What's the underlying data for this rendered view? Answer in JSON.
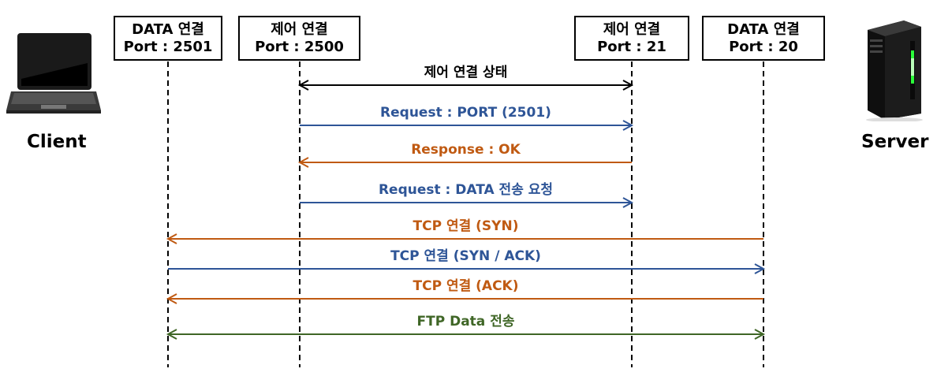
{
  "actors": {
    "client": {
      "label": "Client"
    },
    "server": {
      "label": "Server"
    }
  },
  "boxes": [
    {
      "id": "client-data",
      "line1": "DATA 연결",
      "line2": "Port : 2501"
    },
    {
      "id": "client-ctrl",
      "line1": "제어 연결",
      "line2": "Port : 2500"
    },
    {
      "id": "server-ctrl",
      "line1": "제어 연결",
      "line2": "Port : 21"
    },
    {
      "id": "server-data",
      "line1": "DATA 연결",
      "line2": "Port : 20"
    }
  ],
  "messages": [
    {
      "label": "제어 연결 상태",
      "from": "client-ctrl",
      "to": "server-ctrl",
      "bidirectional": true,
      "color": "#000000"
    },
    {
      "label": "Request : PORT (2501)",
      "from": "client-ctrl",
      "to": "server-ctrl",
      "bidirectional": false,
      "color": "#2e5597"
    },
    {
      "label": "Response : OK",
      "from": "server-ctrl",
      "to": "client-ctrl",
      "bidirectional": false,
      "color": "#c05a12"
    },
    {
      "label": "Request : DATA 전송 요청",
      "from": "client-ctrl",
      "to": "server-ctrl",
      "bidirectional": false,
      "color": "#2e5597"
    },
    {
      "label": "TCP 연결 (SYN)",
      "from": "server-data",
      "to": "client-data",
      "bidirectional": false,
      "color": "#c05a12"
    },
    {
      "label": "TCP 연결 (SYN / ACK)",
      "from": "client-data",
      "to": "server-data",
      "bidirectional": false,
      "color": "#2e5597"
    },
    {
      "label": "TCP 연결 (ACK)",
      "from": "server-data",
      "to": "client-data",
      "bidirectional": false,
      "color": "#c05a12"
    },
    {
      "label": "FTP Data 전송",
      "from": "client-data",
      "to": "server-data",
      "bidirectional": true,
      "color": "#3f6626"
    }
  ]
}
